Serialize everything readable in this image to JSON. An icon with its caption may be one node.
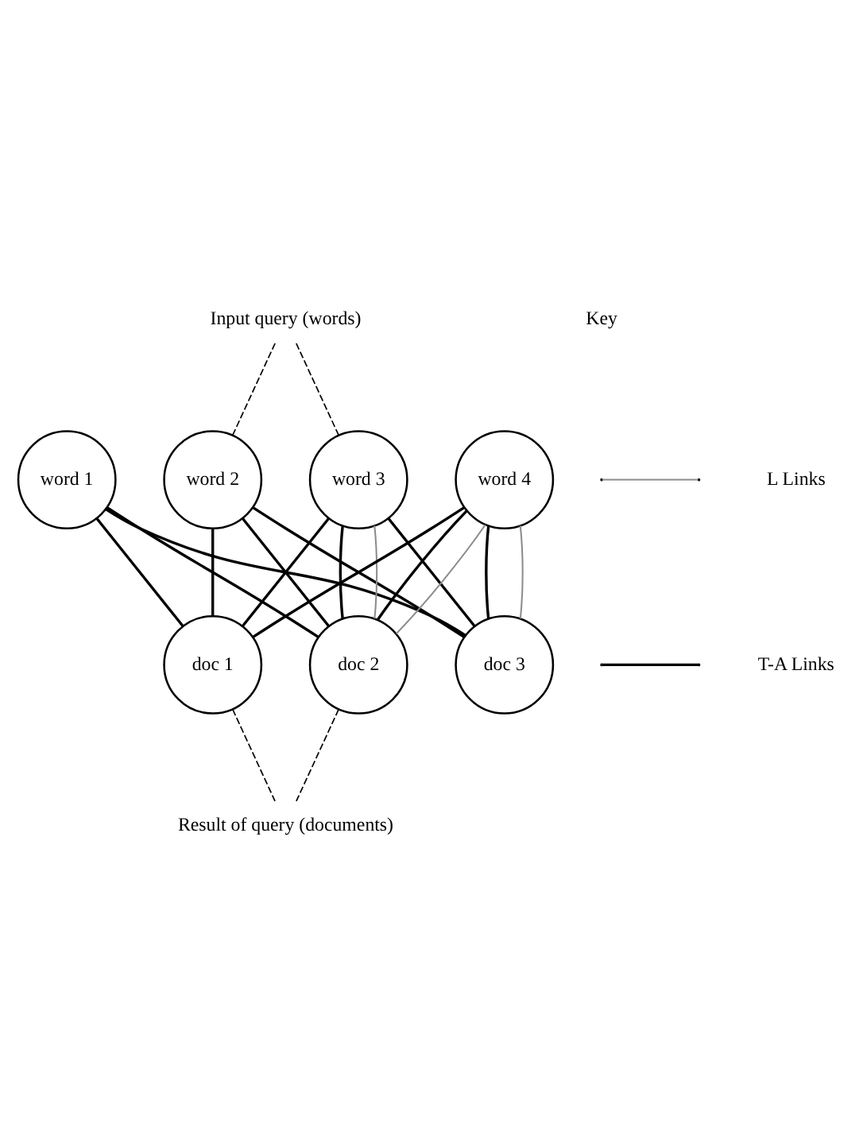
{
  "diagram": {
    "nodes": [
      {
        "text": [
          "Input query (words)"
        ]
      },
      {
        "text": [
          "word 1"
        ]
      },
      {
        "text": [
          "word 2"
        ]
      },
      {
        "text": [
          "word 3"
        ]
      },
      {
        "text": [
          "word 4"
        ]
      },
      {
        "text": [
          "doc 1"
        ]
      },
      {
        "text": [
          "doc 2"
        ]
      },
      {
        "text": [
          "doc 3"
        ]
      },
      {
        "text": [
          "Result of query (documents)"
        ]
      }
    ],
    "edges": [
      {
        "from": 0,
        "to": 2,
        "arrow": "none",
        "style": "dashed"
      },
      {
        "from": 0,
        "to": 3,
        "arrow": "none",
        "style": "dashed"
      },
      {
        "from": 1,
        "to": 5,
        "arrow": "none"
      },
      {
        "from": 1,
        "to": 6,
        "arrow": "none"
      },
      {
        "from": 1,
        "to": 7,
        "arrow": "none"
      },
      {
        "from": 2,
        "to": 5,
        "arrow": "none"
      },
      {
        "from": 2,
        "to": 6,
        "arrow": "none"
      },
      {
        "from": 2,
        "to": 7,
        "arrow": "none"
      },
      {
        "from": 3,
        "to": 5,
        "arrow": "none"
      },
      {
        "from": 3,
        "to": 6,
        "arrow": "none"
      },
      {
        "from": 3,
        "to": 7,
        "arrow": "none"
      },
      {
        "from": 4,
        "to": 5,
        "arrow": "none"
      },
      {
        "from": 4,
        "to": 6,
        "arrow": "none"
      },
      {
        "from": 4,
        "to": 7,
        "arrow": "none"
      },
      {
        "from": 3,
        "to": 6,
        "arrow": "none",
        "color": "#8c8c8c"
      },
      {
        "from": 4,
        "to": 6,
        "arrow": "none",
        "color": "#8c8c8c"
      },
      {
        "from": 4,
        "to": 7,
        "arrow": "none",
        "color": "#8c8c8c"
      },
      {
        "from": 5,
        "to": 8,
        "arrow": "none",
        "style": "dashed"
      },
      {
        "from": 6,
        "to": 8,
        "arrow": "none",
        "style": "dashed"
      }
    ],
    "labels": [
      "Key"
    ],
    "legend": [
      {
        "text": "L Links"
      },
      {
        "text": "T-A Links"
      }
    ]
  }
}
